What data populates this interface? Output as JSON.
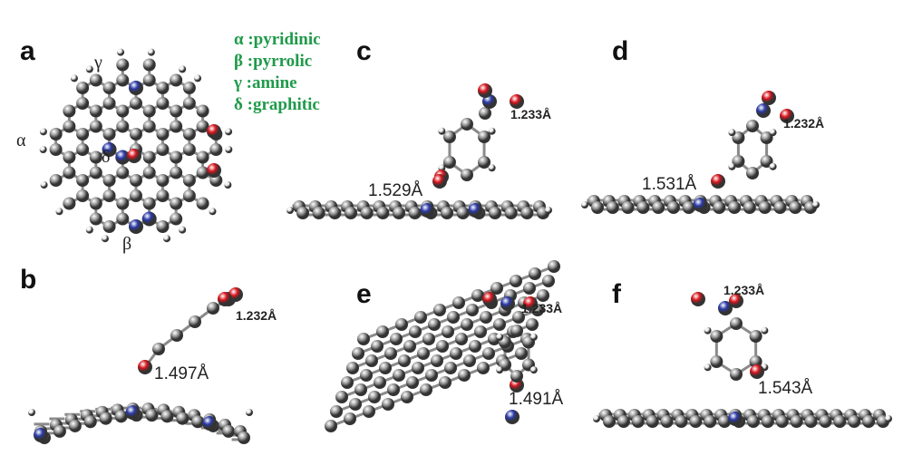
{
  "panels": {
    "a": "a",
    "b": "b",
    "c": "c",
    "d": "d",
    "e": "e",
    "f": "f"
  },
  "legend": [
    {
      "symbol": "α",
      "text": ":pyridinic"
    },
    {
      "symbol": "β",
      "text": ":pyrrolic"
    },
    {
      "symbol": "γ",
      "text": ":amine"
    },
    {
      "symbol": "δ",
      "text": ":graphitic"
    }
  ],
  "site_labels": {
    "alpha": "α",
    "beta": "β",
    "gamma": "γ",
    "delta": "δ"
  },
  "bond_lengths": {
    "b_NO": "1.232Å",
    "b_CO": "1.497Å",
    "c_NO": "1.233Å",
    "c_CO": "1.529Å",
    "d_NO": "1.232Å",
    "d_CO": "1.531Å",
    "e_NO": "1.233Å",
    "e_CO": "1.491Å",
    "f_NO": "1.233Å",
    "f_CO": "1.543Å"
  },
  "colors": {
    "carbon": "#9a9a9a",
    "nitrogen": "#2a3aa8",
    "oxygen": "#d8141c",
    "hydrogen": "#e8e8e8",
    "legend": "#1f9a4a"
  }
}
